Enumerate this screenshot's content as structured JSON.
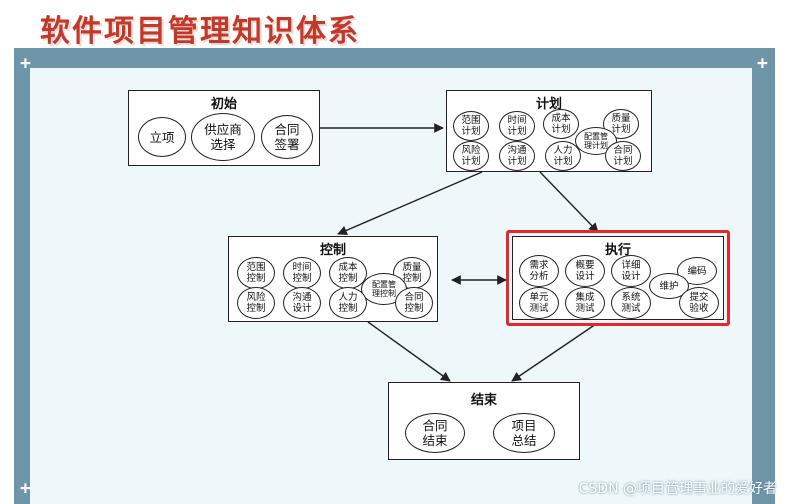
{
  "title": "软件项目管理知识体系",
  "watermark": "CSDN @项目管理事业的爱好者",
  "boxes": {
    "initiation": {
      "title": "初始",
      "items": [
        "立项",
        "供应商\n选择",
        "合同\n签署"
      ]
    },
    "planning": {
      "title": "计划",
      "items": [
        "范围\n计划",
        "时间\n计划",
        "成本\n计划",
        "质量\n计划",
        "配置管\n理计划",
        "风险\n计划",
        "沟通\n计划",
        "人力\n计划",
        "合同\n计划"
      ]
    },
    "control": {
      "title": "控制",
      "items": [
        "范围\n控制",
        "时间\n控制",
        "成本\n控制",
        "质量\n控制",
        "配置管\n理控制",
        "风险\n控制",
        "沟通\n设计",
        "人力\n控制",
        "合同\n控制"
      ]
    },
    "execution": {
      "title": "执行",
      "items": [
        "需求\n分析",
        "概要\n设计",
        "详细\n设计",
        "编码",
        "维护",
        "单元\n测试",
        "集成\n测试",
        "系统\n测试",
        "提交\n验收"
      ]
    },
    "closing": {
      "title": "结束",
      "items": [
        "合同\n结束",
        "项目\n总结"
      ]
    }
  },
  "colors": {
    "title": "#c0392b",
    "highlight_frame": "#e8262b",
    "slide_border": "#6f95a8",
    "panel": "#eef7fa"
  }
}
